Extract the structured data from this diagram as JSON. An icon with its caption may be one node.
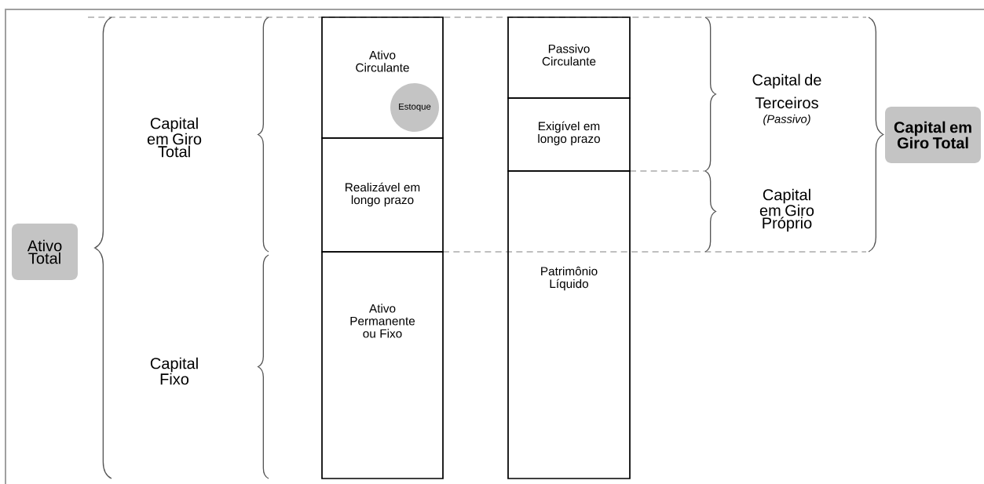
{
  "diagram": {
    "nodes": [
      {
        "text": [
          "Ativo Total"
        ]
      },
      {
        "text": [
          "Capital em Giro Total"
        ]
      },
      {
        "text": [
          "Capital Fixo"
        ]
      },
      {
        "text": [
          "Ativo Circulante"
        ]
      },
      {
        "text": [
          "Estoque"
        ],
        "in": 3
      },
      {
        "text": [
          "Realizável em longo prazo"
        ]
      },
      {
        "text": [
          "Ativo Permanente ou Fixo"
        ]
      },
      {
        "text": [
          "Passivo Circulante"
        ]
      },
      {
        "text": [
          "Exigível em longo prazo"
        ]
      },
      {
        "text": [
          "Patrimônio Líquido"
        ]
      },
      {
        "text": [
          "Capital de Terceiros",
          "(Passivo)"
        ]
      },
      {
        "text": [
          "Capital em Giro Próprio"
        ]
      },
      {
        "text": [
          "Capital em Giro Total"
        ]
      }
    ],
    "edges": []
  }
}
